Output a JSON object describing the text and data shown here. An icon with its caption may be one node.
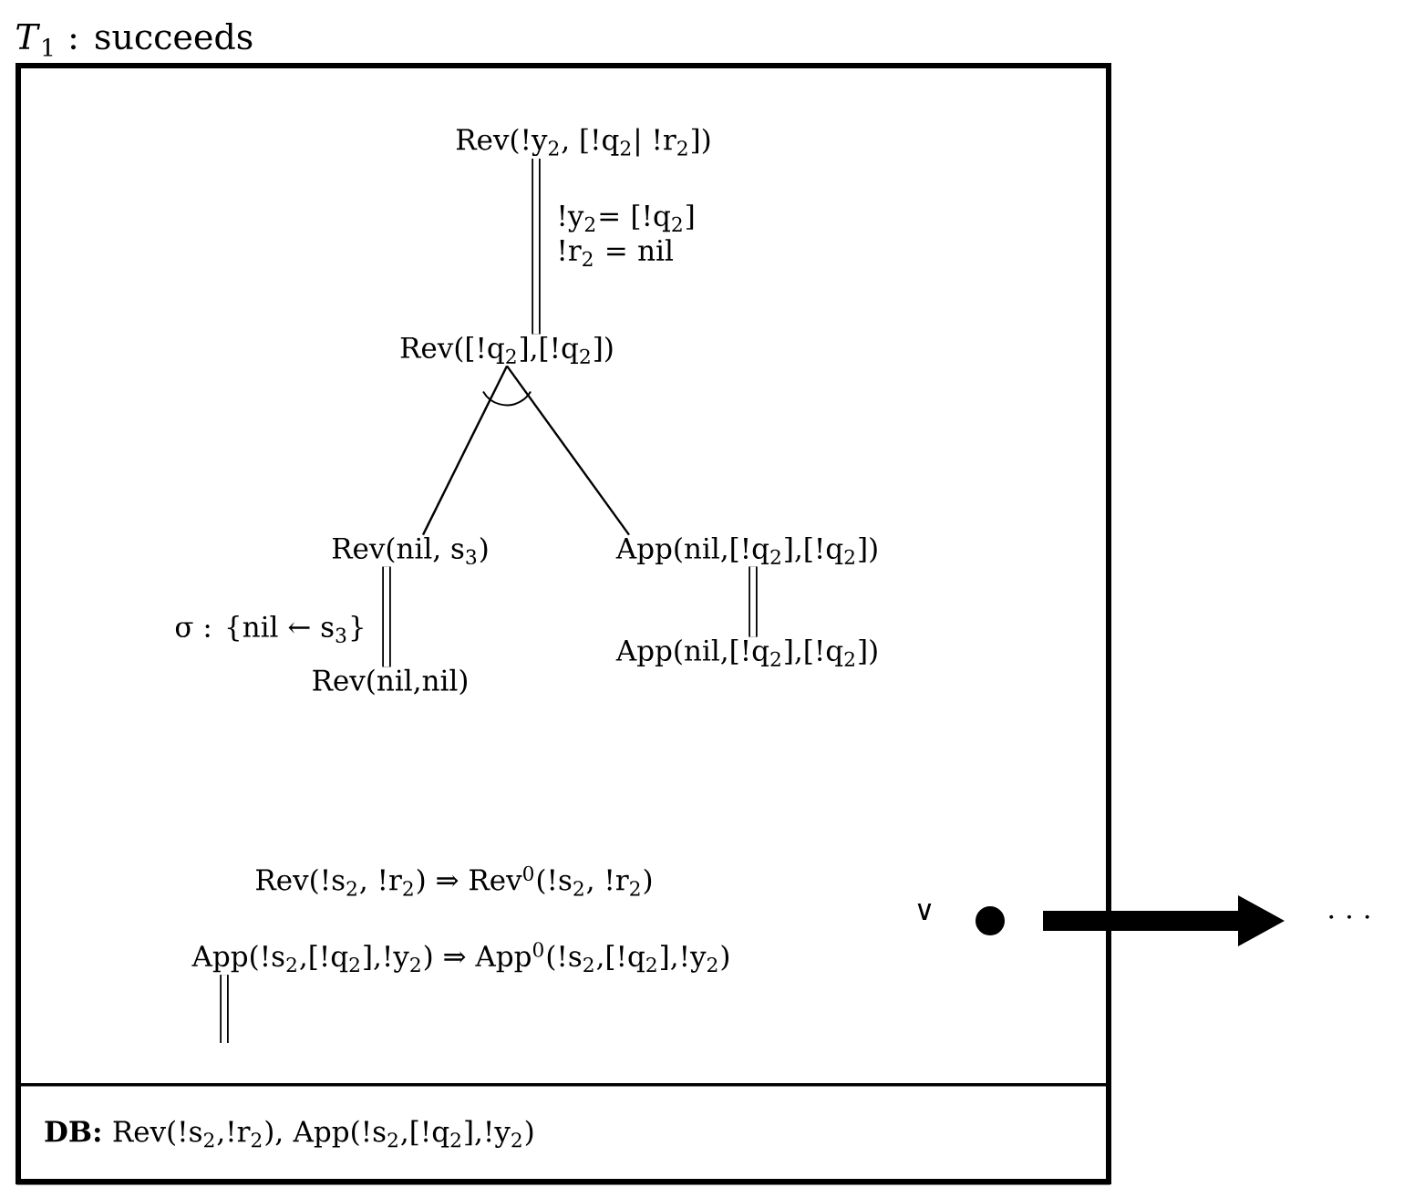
{
  "diagram": {
    "nodes": [
      {
        "text": [
          "*T*$_{1}$ : succeeds"
        ]
      },
      {
        "text": [
          "Rev(!y$_{2}$, [!q$_{2}$| !r$_{2}$])"
        ],
        "in": 0
      },
      {
        "text": [
          "Rev([!q$_{2}$],[!q$_{2}$])"
        ],
        "in": 0
      },
      {
        "text": [
          "Rev(nil, s$_{3}$)"
        ],
        "in": 0
      },
      {
        "text": [
          "App(nil,[!q$_{2}$],[!q$_{2}$])"
        ],
        "in": 0
      },
      {
        "text": [
          "Rev(nil,nil)"
        ],
        "in": 0
      },
      {
        "text": [
          "App(nil,[!q$_{2}$],[!q$_{2}$])"
        ],
        "in": 0
      },
      {
        "text": [
          "Rev(!s$_{2}$, !r$_{2}$) ⇒ Rev$^{0}$(!s$_{2}$, !r$_{2}$)"
        ],
        "in": 0
      },
      {
        "text": [
          "App(!s$_{2}$,[!q$_{2}$],!y$_{2}$) ⇒ App$^{0}$(!s$_{2}$,[!q$_{2}$],!y$_{2}$)"
        ],
        "in": 0
      },
      {
        "text": [
          "**DB:** Rev(!s$_{2}$,!r$_{2}$), App(!s$_{2}$,[!q$_{2}$],!y$_{2}$)"
        ],
        "in": 0
      },
      {
        "text": [],
        "shape": "circle",
        "in": 0
      }
    ],
    "edges": [
      {
        "from": 1,
        "to": 2,
        "arrow": "none",
        "label": "!y$_{2}$= [!q$_{2}$] !r$_{2}$ = nil"
      },
      {
        "from": 2,
        "to": 3,
        "arrow": "none"
      },
      {
        "from": 2,
        "to": 4,
        "arrow": "none"
      },
      {
        "from": 3,
        "to": 5,
        "arrow": "none",
        "label": "σ : {nil ← s$_{3}$}"
      },
      {
        "from": 4,
        "to": 6,
        "arrow": "none"
      },
      {
        "from": 8,
        "to": null,
        "arrow": "none"
      },
      {
        "from": 10,
        "to": null,
        "arrow": "to",
        "style": "thick"
      }
    ],
    "labels": [
      "∨",
      "· · ·"
    ]
  }
}
